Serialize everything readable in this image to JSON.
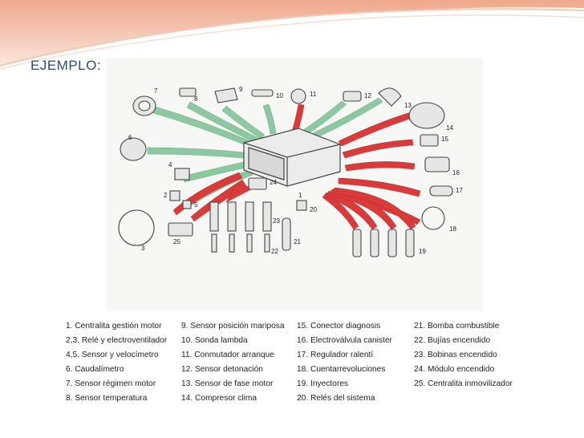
{
  "slide": {
    "title": "EJEMPLO:"
  },
  "diagram": {
    "labels": [
      "1",
      "2",
      "3",
      "4",
      "5",
      "6",
      "7",
      "8",
      "9",
      "10",
      "11",
      "12",
      "13",
      "14",
      "15",
      "16",
      "17",
      "18",
      "19",
      "20",
      "21",
      "22",
      "23",
      "24",
      "25"
    ],
    "colors": {
      "input_arrow": "#8cc9a0",
      "output_arrow": "#d93a3a",
      "line": "#444444"
    }
  },
  "legend": {
    "col1": [
      "1. Centralita gestión motor",
      "2,3. Relé y electroventilador",
      "4,5. Sensor y velocímetro",
      "6. Caudalímetro",
      "7. Sensor régimen motor",
      "8. Sensor temperatura"
    ],
    "col2": [
      "9. Sensor posición mariposa",
      "10. Sonda lambda",
      "11. Conmutador arranque",
      "12. Sensor detonación",
      "13. Sensor de fase motor",
      "14. Compresor clima"
    ],
    "col3": [
      "15. Conector diagnosis",
      "16. Electroválvula canister",
      "17. Regulador ralentí",
      "18. Cuentarrevoluciones",
      "19. Inyectores",
      "20. Relés del sistema"
    ],
    "col4": [
      "21. Bomba combustible",
      "22. Bujías encendido",
      "23. Bobinas encendido",
      "24. Módulo encendido",
      "25. Centralita inmovilizador"
    ]
  },
  "theme": {
    "header_top": "#f0b9a0",
    "header_mid": "#f7dfd5",
    "title_color": "#2e4a78"
  }
}
